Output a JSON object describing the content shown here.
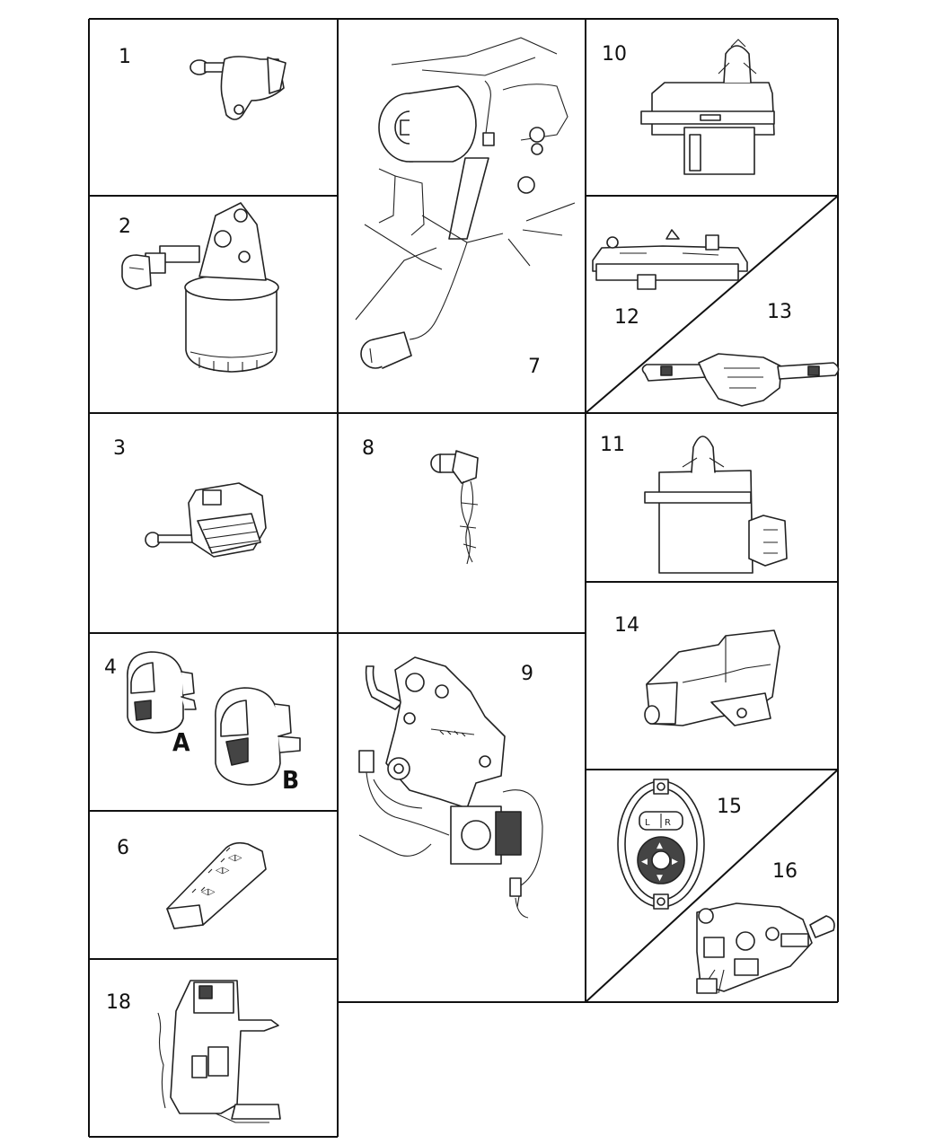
{
  "diagram": {
    "callouts": [
      {
        "id": "1",
        "label": "1"
      },
      {
        "id": "2",
        "label": "2"
      },
      {
        "id": "3",
        "label": "3"
      },
      {
        "id": "4",
        "label": "4"
      },
      {
        "id": "6",
        "label": "6"
      },
      {
        "id": "7",
        "label": "7"
      },
      {
        "id": "8",
        "label": "8"
      },
      {
        "id": "9",
        "label": "9"
      },
      {
        "id": "10",
        "label": "10"
      },
      {
        "id": "11",
        "label": "11"
      },
      {
        "id": "12",
        "label": "12"
      },
      {
        "id": "13",
        "label": "13"
      },
      {
        "id": "14",
        "label": "14"
      },
      {
        "id": "15",
        "label": "15"
      },
      {
        "id": "16",
        "label": "16"
      },
      {
        "id": "18",
        "label": "18"
      }
    ],
    "variants": {
      "a": "A",
      "b": "B"
    }
  }
}
